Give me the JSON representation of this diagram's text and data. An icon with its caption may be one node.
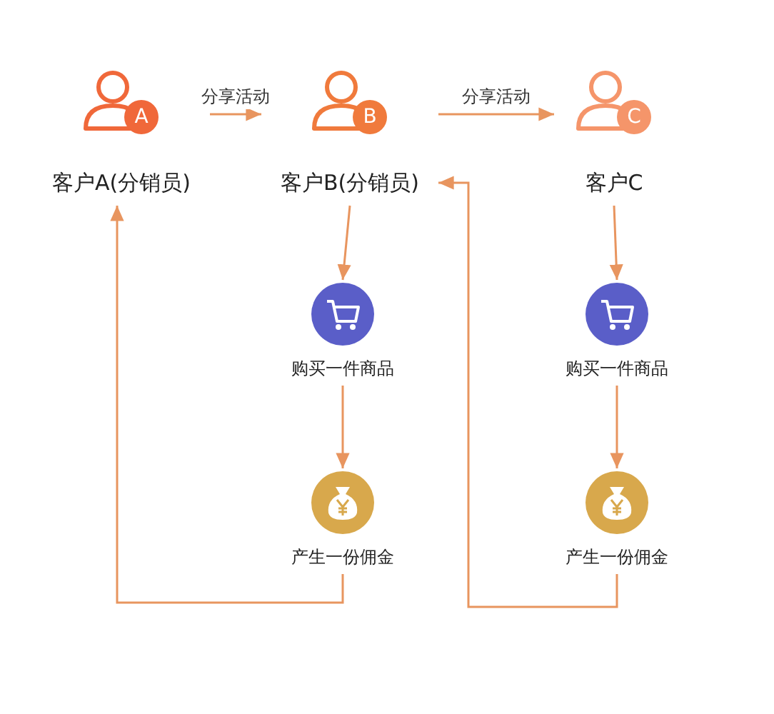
{
  "diagram": {
    "nodes": [
      {
        "text": [
          "A",
          "客户A(分销员)"
        ]
      },
      {
        "text": [
          "B",
          "客户B(分销员)"
        ]
      },
      {
        "text": [
          "C",
          "客户C"
        ]
      },
      {
        "text": [
          "购买一件商品"
        ]
      },
      {
        "text": [
          "产生一份佣金"
        ]
      },
      {
        "text": [
          "购买一件商品"
        ]
      },
      {
        "text": [
          "产生一份佣金"
        ]
      }
    ],
    "edges": [
      {
        "from": 0,
        "to": 1,
        "arrow": "to",
        "label": "分享活动"
      },
      {
        "from": 1,
        "to": 2,
        "arrow": "to",
        "label": "分享活动"
      },
      {
        "from": 1,
        "to": 3,
        "arrow": "to"
      },
      {
        "from": 3,
        "to": 4,
        "arrow": "to"
      },
      {
        "from": 4,
        "to": 0,
        "arrow": "to"
      },
      {
        "from": 2,
        "to": 5,
        "arrow": "to"
      },
      {
        "from": 5,
        "to": 6,
        "arrow": "to"
      },
      {
        "from": 6,
        "to": 1,
        "arrow": "to"
      }
    ]
  }
}
